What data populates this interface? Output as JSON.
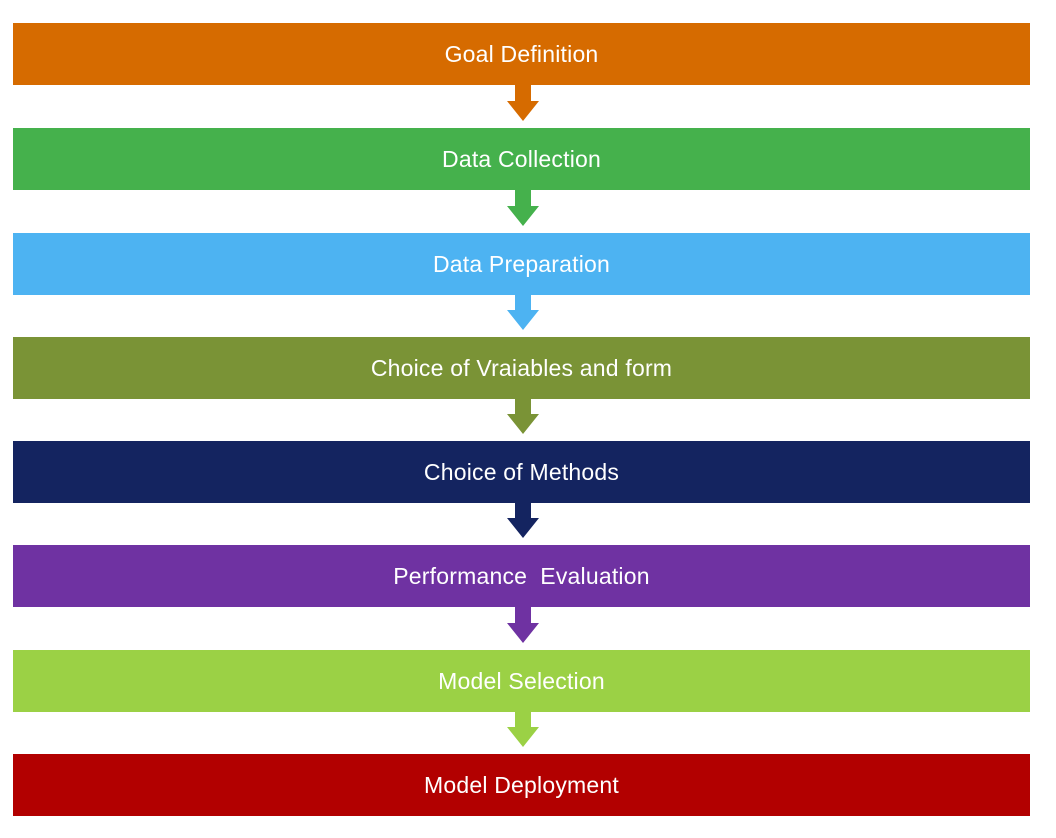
{
  "steps": [
    {
      "label": "Goal Definition",
      "color": "#d66b00"
    },
    {
      "label": "Data Collection",
      "color": "#45b14c"
    },
    {
      "label": "Data Preparation",
      "color": "#4db3f2"
    },
    {
      "label": "Choice of Vraiables and form",
      "color": "#7a9336"
    },
    {
      "label": "Choice of Methods",
      "color": "#142460"
    },
    {
      "label": "Performance  Evaluation",
      "color": "#6f32a2"
    },
    {
      "label": "Model Selection",
      "color": "#9bd145"
    },
    {
      "label": "Model Deployment",
      "color": "#b20000"
    }
  ],
  "arrows": [
    {
      "name": "arrow-down-icon",
      "color": "#d66b00"
    },
    {
      "name": "arrow-down-icon",
      "color": "#45b14c"
    },
    {
      "name": "arrow-down-icon",
      "color": "#4db3f2"
    },
    {
      "name": "arrow-down-icon",
      "color": "#7a9336"
    },
    {
      "name": "arrow-down-icon",
      "color": "#142460"
    },
    {
      "name": "arrow-down-icon",
      "color": "#6f32a2"
    },
    {
      "name": "arrow-down-icon",
      "color": "#9bd145"
    }
  ]
}
